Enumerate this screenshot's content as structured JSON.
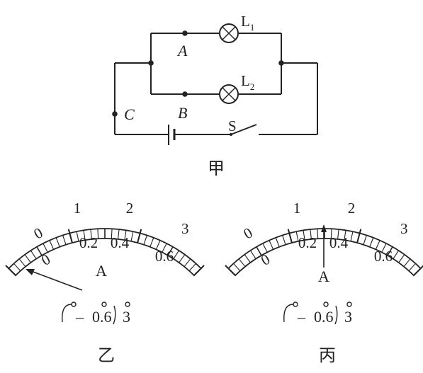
{
  "circuit": {
    "caption": "甲",
    "lamp1": {
      "letter": "L",
      "sub": "1"
    },
    "lamp2": {
      "letter": "L",
      "sub": "2"
    },
    "point_a": "A",
    "point_b": "B",
    "point_c": "C",
    "switch_label": "S"
  },
  "meters": [
    {
      "caption": "乙",
      "unit": "A",
      "scale_3A": [
        "0",
        "1",
        "2",
        "3"
      ],
      "scale_06A": [
        "0",
        "0.2",
        "0.4",
        "0.6"
      ],
      "terminals": {
        "minus": "–",
        "t06": "0.6",
        "t3": "3"
      },
      "pointer_reading_06": -0.1,
      "pointer_state": "deflected left past zero"
    },
    {
      "caption": "丙",
      "unit": "A",
      "scale_3A": [
        "0",
        "1",
        "2",
        "3"
      ],
      "scale_06A": [
        "0",
        "0.2",
        "0.4",
        "0.6"
      ],
      "terminals": {
        "minus": "–",
        "t06": "0.6",
        "t3": "3"
      },
      "pointer_reading_06": 0.3
    }
  ]
}
